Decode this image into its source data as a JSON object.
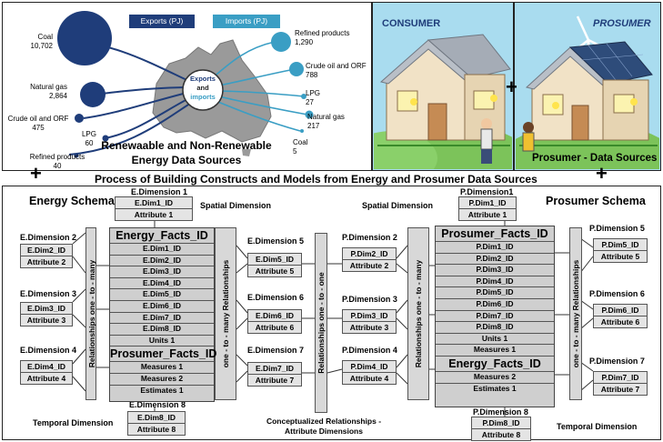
{
  "map_panel": {
    "exports_legend": "Exports (PJ)",
    "imports_legend": "Imports (PJ)",
    "center_label": [
      "Exports",
      "and",
      "imports"
    ],
    "exports": [
      {
        "name": "Coal",
        "value": "10,702"
      },
      {
        "name": "Natural gas",
        "value": "2,864"
      },
      {
        "name": "Crude oil and ORF",
        "value": "475"
      },
      {
        "name": "LPG",
        "value": "60"
      },
      {
        "name": "Refined products",
        "value": "40"
      }
    ],
    "imports": [
      {
        "name": "Refined products",
        "value": "1,290"
      },
      {
        "name": "Crude oil and ORF",
        "value": "788"
      },
      {
        "name": "LPG",
        "value": "27"
      },
      {
        "name": "Natural gas",
        "value": "217"
      },
      {
        "name": "Coal",
        "value": "5"
      }
    ],
    "caption_line1": "Renewaable and Non-Renewable",
    "caption_line2": "Energy Data Sources"
  },
  "consumer_panel": {
    "title": "CONSUMER"
  },
  "prosumer_panel": {
    "title": "PROSUMER",
    "caption": "Prosumer - Data Sources"
  },
  "plus_sign": "+",
  "process_title": "Process of Building Constructs and Models from Energy and Prosumer Data Sources",
  "energy": {
    "schema_title": "Energy Schema",
    "spatial_label": "Spatial Dimension",
    "temporal_label": "Temporal Dimension",
    "dims": [
      {
        "title": "E.Dimension 1",
        "rows": [
          "E.Dim1_ID",
          "Attribute 1"
        ]
      },
      {
        "title": "E.Dimension 2",
        "rows": [
          "E.Dim2_ID",
          "Attribute 2"
        ]
      },
      {
        "title": "E.Dimension 3",
        "rows": [
          "E.Dim3_ID",
          "Attribute 3"
        ]
      },
      {
        "title": "E.Dimension 4",
        "rows": [
          "E.Dim4_ID",
          "Attribute 4"
        ]
      },
      {
        "title": "E.Dimension 5",
        "rows": [
          "E.Dim5_ID",
          "Attribute 5"
        ]
      },
      {
        "title": "E.Dimension 6",
        "rows": [
          "E.Dim6_ID",
          "Attribute 6"
        ]
      },
      {
        "title": "E.Dimension 7",
        "rows": [
          "E.Dim7_ID",
          "Attribute 7"
        ]
      },
      {
        "title": "E.Dimension 8",
        "rows": [
          "E.Dim8_ID",
          "Attribute 8"
        ]
      }
    ],
    "facts_title": "Energy_Facts_ID",
    "facts_rows": [
      "E.Dim1_ID",
      "E.Dim2_ID",
      "E.Dim3_ID",
      "E.Dim4_ID",
      "E.Dim5_ID",
      "E.Dim6_ID",
      "E.Dim7_ID",
      "E.Dim8_ID",
      "Units 1"
    ],
    "facts2_title": "Prosumer_Facts_ID",
    "facts2_rows": [
      "Measures 1",
      "Measures 2",
      "Estimates 1"
    ],
    "rel_left": "Relationships one - to - many",
    "rel_right": "one - to - many Relationships"
  },
  "prosumer": {
    "schema_title": "Prosumer Schema",
    "spatial_label": "Spatial Dimension",
    "temporal_label": "Temporal Dimension",
    "dims": [
      {
        "title": "P.Dimension1",
        "rows": [
          "P.Dim1_ID",
          "Attribute 1"
        ]
      },
      {
        "title": "P.Dimension 2",
        "rows": [
          "P.Dim2_ID",
          "Attribute 2"
        ]
      },
      {
        "title": "P.Dimension 3",
        "rows": [
          "P.Dim3_ID",
          "Attribute 3"
        ]
      },
      {
        "title": "P.Dimension 4",
        "rows": [
          "P.Dim4_ID",
          "Attribute 4"
        ]
      },
      {
        "title": "P.Dimension 5",
        "rows": [
          "P.Dim5_ID",
          "Attribute 5"
        ]
      },
      {
        "title": "P.Dimension 6",
        "rows": [
          "P.Dim6_ID",
          "Attribute 6"
        ]
      },
      {
        "title": "P.Dimension 7",
        "rows": [
          "P.Dim7_ID",
          "Attribute 7"
        ]
      },
      {
        "title": "P.Dimension 8",
        "rows": [
          "P.Dim8_ID",
          "Attribute 8"
        ]
      }
    ],
    "facts_title": "Prosumer_Facts_ID",
    "facts_rows": [
      "P.Dim1_ID",
      "P.Dim2_ID",
      "P.Dim3_ID",
      "P.Dim4_ID",
      "P.Dim5_ID",
      "P.Dim6_ID",
      "P.Dim7_ID",
      "P.Dim8_ID",
      "Units 1",
      "Measures 1"
    ],
    "facts2_title": "Energy_Facts_ID",
    "facts2_rows": [
      "Measures 2",
      "Estimates 1"
    ],
    "rel_left": "Relationships one - to - many",
    "rel_right": "one - to - many Relationships"
  },
  "middle": {
    "rel_center": "Relationships one - to - one",
    "caption_line1": "Conceptualized Relationships -",
    "caption_line2": "Attribute Dimensions"
  }
}
